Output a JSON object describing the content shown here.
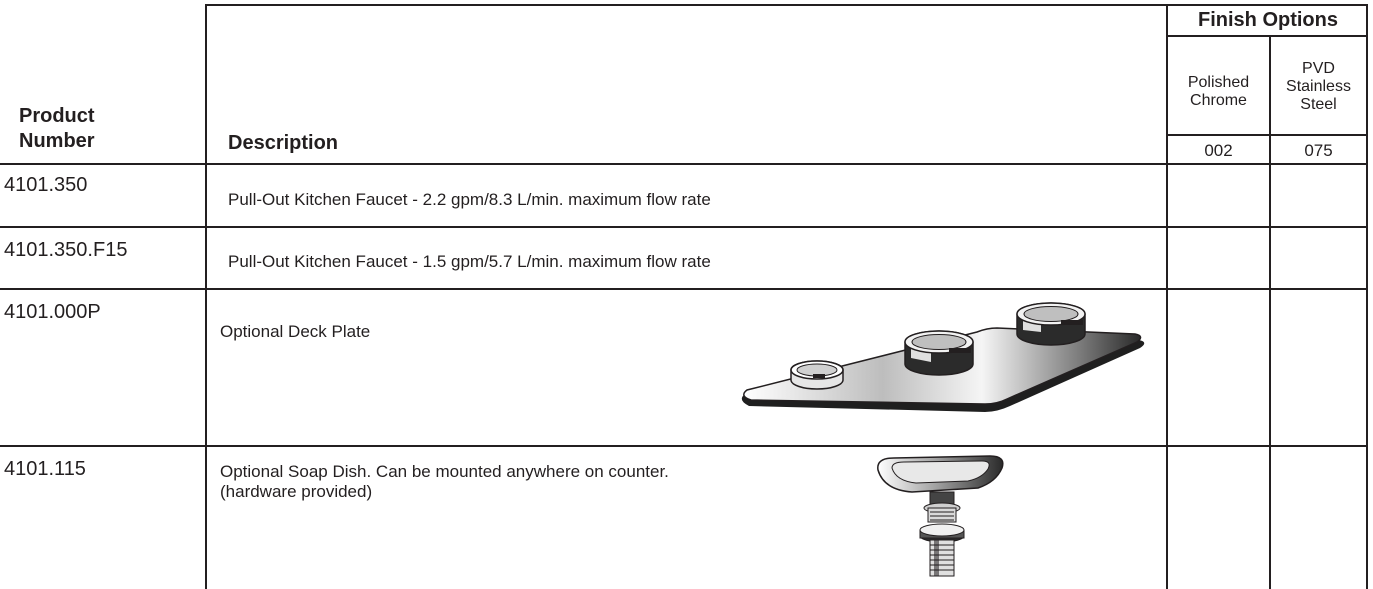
{
  "header": {
    "product_number": "Product\nNumber",
    "description": "Description",
    "finish_options": "Finish Options",
    "finishes": [
      {
        "name": "Polished\nChrome",
        "code": "002"
      },
      {
        "name": "PVD\nStainless\nSteel",
        "code": "075"
      }
    ]
  },
  "rows": [
    {
      "product_number": "4101.350",
      "description": "Pull-Out Kitchen Faucet - 2.2 gpm/8.3 L/min. maximum flow rate"
    },
    {
      "product_number": "4101.350.F15",
      "description": "Pull-Out Kitchen Faucet - 1.5 gpm/5.7 L/min. maximum flow rate"
    },
    {
      "product_number": "4101.000P",
      "description": "Optional Deck Plate",
      "image_icon": "deck-plate-illustration"
    },
    {
      "product_number": "4101.115",
      "description": "Optional Soap Dish. Can be mounted anywhere on counter.\n(hardware provided)",
      "image_icon": "soap-dish-illustration"
    }
  ]
}
